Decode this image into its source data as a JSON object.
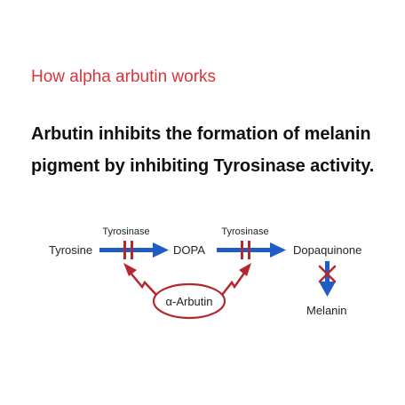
{
  "header": {
    "title": "How alpha arbutin works"
  },
  "description": {
    "line1": "Arbutin inhibits the formation of melanin",
    "line2": "pigment by inhibiting Tyrosinase activity."
  },
  "diagram": {
    "nodes": {
      "tyrosine": "Tyrosine",
      "dopa": "DOPA",
      "dopaquinone": "Dopaquinone",
      "melanin": "Melanin",
      "inhibitor": "α-Arbutin"
    },
    "enzymes": {
      "step1": "Tyrosinase",
      "step2": "Tyrosinase"
    },
    "colors": {
      "arrow": "#1f5cc4",
      "inhibition": "#b5262e",
      "title": "#d9343a"
    }
  }
}
